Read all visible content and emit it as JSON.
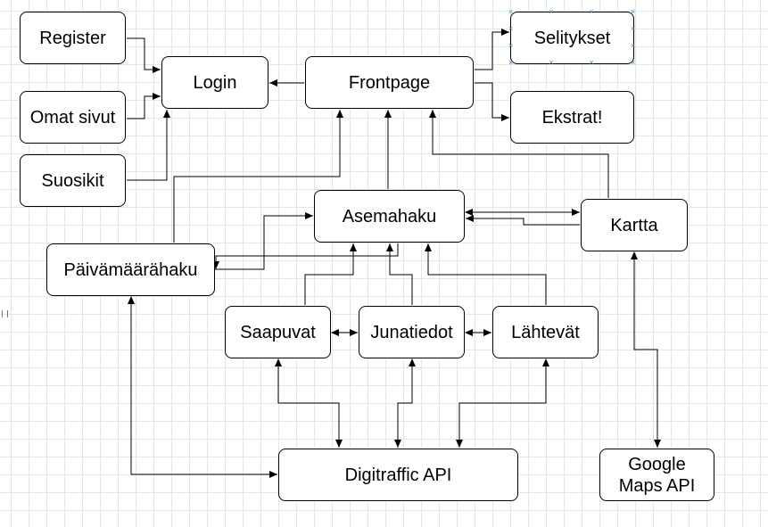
{
  "diagram": {
    "nodes": [
      {
        "id": "register",
        "label": "Register"
      },
      {
        "id": "omat",
        "label": "Omat sivut"
      },
      {
        "id": "suosikit",
        "label": "Suosikit"
      },
      {
        "id": "login",
        "label": "Login"
      },
      {
        "id": "frontpage",
        "label": "Frontpage"
      },
      {
        "id": "selitykset",
        "label": "Selitykset",
        "selected": true
      },
      {
        "id": "ekstrat",
        "label": "Ekstrat!"
      },
      {
        "id": "asemahaku",
        "label": "Asemahaku"
      },
      {
        "id": "kartta",
        "label": "Kartta"
      },
      {
        "id": "paivamaarahaku",
        "label": "Päivämäärähaku"
      },
      {
        "id": "saapuvat",
        "label": "Saapuvat"
      },
      {
        "id": "junatiedot",
        "label": "Junatiedot"
      },
      {
        "id": "lahtevat",
        "label": "Lähtevät"
      },
      {
        "id": "digitraffic",
        "label": "Digitraffic API"
      },
      {
        "id": "googlemaps",
        "label": "Google Maps API"
      }
    ],
    "edges": [
      {
        "from": "register",
        "to": "login"
      },
      {
        "from": "omat",
        "to": "login"
      },
      {
        "from": "suosikit",
        "to": "login"
      },
      {
        "from": "frontpage",
        "to": "login"
      },
      {
        "from": "frontpage",
        "to": "selitykset"
      },
      {
        "from": "frontpage",
        "to": "ekstrat"
      },
      {
        "from": "paivamaarahaku",
        "to": "frontpage"
      },
      {
        "from": "asemahaku",
        "to": "frontpage"
      },
      {
        "from": "kartta",
        "to": "frontpage"
      },
      {
        "from": "asemahaku",
        "to": "kartta",
        "bidirectional": true
      },
      {
        "from": "kartta",
        "to": "asemahaku"
      },
      {
        "from": "paivamaarahaku",
        "to": "asemahaku"
      },
      {
        "from": "asemahaku",
        "to": "paivamaarahaku"
      },
      {
        "from": "saapuvat",
        "to": "asemahaku"
      },
      {
        "from": "junatiedot",
        "to": "asemahaku"
      },
      {
        "from": "lahtevat",
        "to": "asemahaku"
      },
      {
        "from": "saapuvat",
        "to": "junatiedot",
        "bidirectional": true
      },
      {
        "from": "junatiedot",
        "to": "lahtevat",
        "bidirectional": true
      },
      {
        "from": "saapuvat",
        "to": "digitraffic",
        "bidirectional": true
      },
      {
        "from": "junatiedot",
        "to": "digitraffic",
        "bidirectional": true
      },
      {
        "from": "lahtevat",
        "to": "digitraffic",
        "bidirectional": true
      },
      {
        "from": "paivamaarahaku",
        "to": "digitraffic",
        "bidirectional": true
      },
      {
        "from": "kartta",
        "to": "googlemaps",
        "bidirectional": true
      }
    ]
  }
}
